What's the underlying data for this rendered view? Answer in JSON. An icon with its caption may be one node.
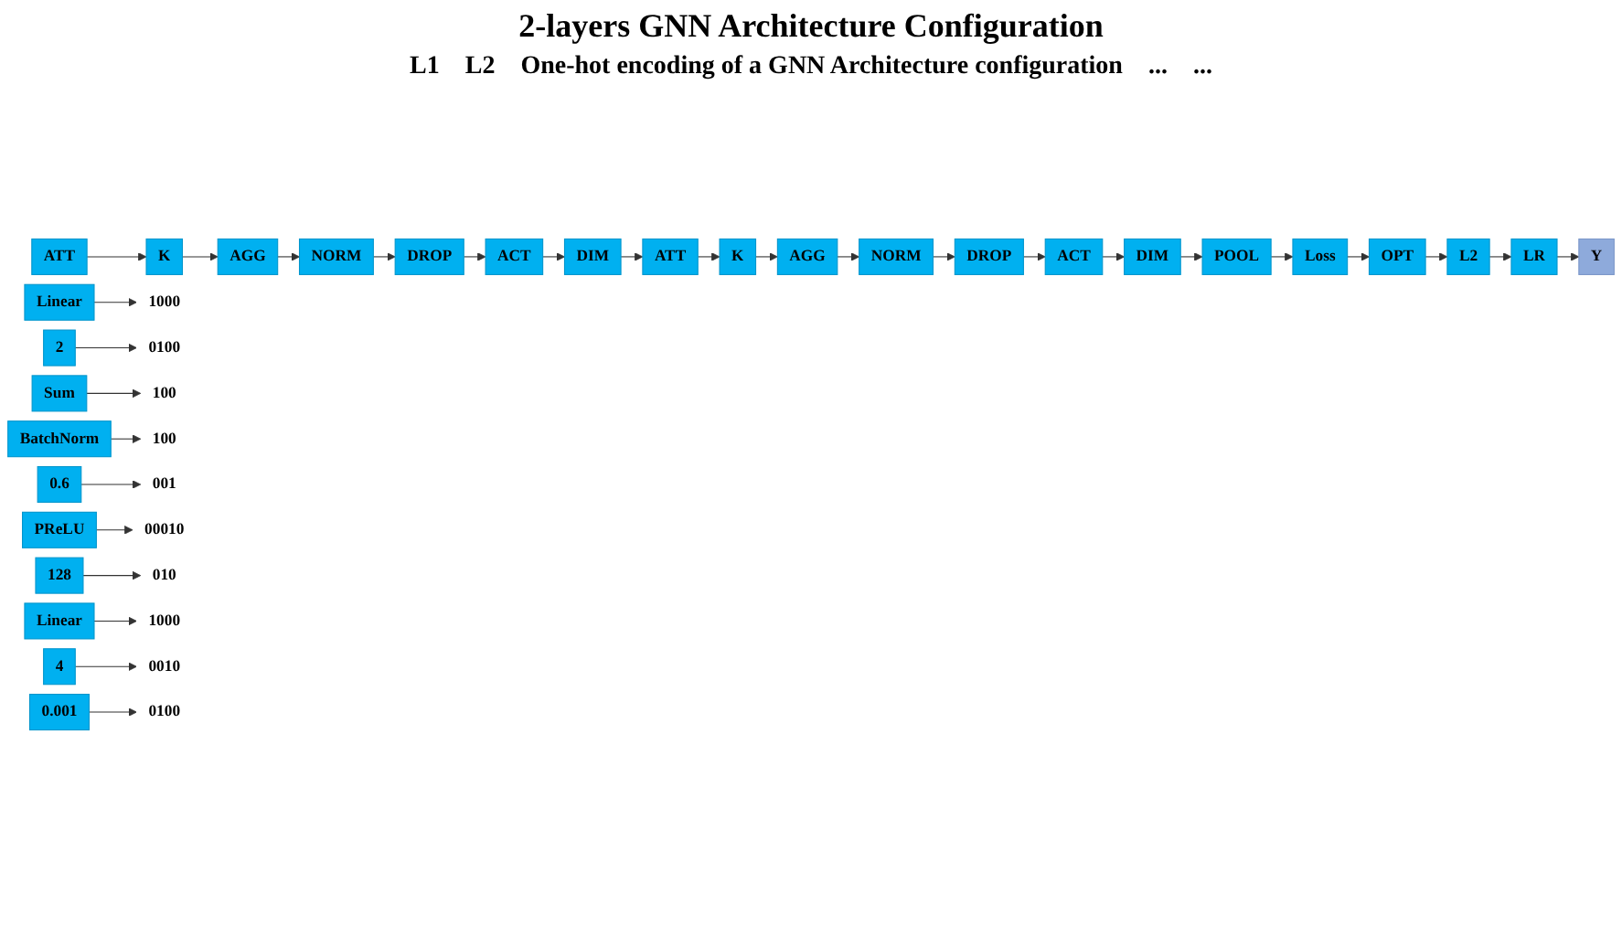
{
  "diagram": {
    "title": "2-layers GNN Architecture Configuration",
    "nodes": [
      {
        "text": [
          "ATT"
        ]
      },
      {
        "text": [
          "K"
        ]
      },
      {
        "text": [
          "AGG"
        ]
      },
      {
        "text": [
          "NORM"
        ]
      },
      {
        "text": [
          "DROP"
        ]
      },
      {
        "text": [
          "ACT"
        ]
      },
      {
        "text": [
          "DIM"
        ]
      },
      {
        "text": [
          "ATT"
        ]
      },
      {
        "text": [
          "K"
        ]
      },
      {
        "text": [
          "AGG"
        ]
      },
      {
        "text": [
          "NORM"
        ]
      },
      {
        "text": [
          "DROP"
        ]
      },
      {
        "text": [
          "ACT"
        ]
      },
      {
        "text": [
          "DIM"
        ]
      },
      {
        "text": [
          "POOL"
        ]
      },
      {
        "text": [
          "Loss"
        ]
      },
      {
        "text": [
          "OPT"
        ]
      },
      {
        "text": [
          "L2"
        ]
      },
      {
        "text": [
          "LR"
        ]
      },
      {
        "text": [
          "Y"
        ]
      },
      {
        "text": [
          "Linear"
        ]
      },
      {
        "text": [
          "2"
        ]
      },
      {
        "text": [
          "Sum"
        ]
      },
      {
        "text": [
          "BatchNorm"
        ]
      },
      {
        "text": [
          "0.6"
        ]
      },
      {
        "text": [
          "PReLU"
        ]
      },
      {
        "text": [
          "128"
        ]
      },
      {
        "text": [
          "Linear"
        ]
      },
      {
        "text": [
          "4"
        ]
      },
      {
        "text": [
          "0.001"
        ]
      },
      {
        "text": [
          "1000"
        ]
      },
      {
        "text": [
          "0100"
        ]
      },
      {
        "text": [
          "100"
        ]
      },
      {
        "text": [
          "100"
        ]
      },
      {
        "text": [
          "001"
        ]
      },
      {
        "text": [
          "00010"
        ]
      },
      {
        "text": [
          "010"
        ]
      },
      {
        "text": [
          "1000"
        ]
      },
      {
        "text": [
          "0010"
        ]
      },
      {
        "text": [
          "0100"
        ]
      }
    ],
    "edges": [
      {
        "from": 0,
        "to": 1,
        "arrow": "to"
      },
      {
        "from": 1,
        "to": 2,
        "arrow": "to"
      },
      {
        "from": 2,
        "to": 3,
        "arrow": "to"
      },
      {
        "from": 3,
        "to": 4,
        "arrow": "to"
      },
      {
        "from": 4,
        "to": 5,
        "arrow": "to"
      },
      {
        "from": 5,
        "to": 6,
        "arrow": "to"
      },
      {
        "from": 6,
        "to": 7,
        "arrow": "to"
      },
      {
        "from": 7,
        "to": 8,
        "arrow": "to"
      },
      {
        "from": 8,
        "to": 9,
        "arrow": "to"
      },
      {
        "from": 9,
        "to": 10,
        "arrow": "to"
      },
      {
        "from": 10,
        "to": 11,
        "arrow": "to"
      },
      {
        "from": 11,
        "to": 12,
        "arrow": "to"
      },
      {
        "from": 12,
        "to": 13,
        "arrow": "to"
      },
      {
        "from": 13,
        "to": 14,
        "arrow": "to"
      },
      {
        "from": 14,
        "to": 15,
        "arrow": "to"
      },
      {
        "from": 15,
        "to": 16,
        "arrow": "to"
      },
      {
        "from": 16,
        "to": 17,
        "arrow": "to"
      },
      {
        "from": 17,
        "to": 18,
        "arrow": "to"
      },
      {
        "from": 18,
        "to": 19,
        "arrow": "to"
      },
      {
        "from": 20,
        "to": 30,
        "arrow": "to"
      },
      {
        "from": 21,
        "to": 31,
        "arrow": "to"
      },
      {
        "from": 22,
        "to": 32,
        "arrow": "to"
      },
      {
        "from": 23,
        "to": 33,
        "arrow": "to"
      },
      {
        "from": 24,
        "to": 34,
        "arrow": "to"
      },
      {
        "from": 25,
        "to": 35,
        "arrow": "to"
      },
      {
        "from": 26,
        "to": 36,
        "arrow": "to"
      },
      {
        "from": 27,
        "to": 37,
        "arrow": "to"
      },
      {
        "from": 28,
        "to": 38,
        "arrow": "to"
      },
      {
        "from": 29,
        "to": 39,
        "arrow": "to"
      }
    ],
    "labels": [
      "L1",
      "L2",
      "One-hot encoding of a GNN Architecture configuration",
      "...",
      "..."
    ]
  }
}
